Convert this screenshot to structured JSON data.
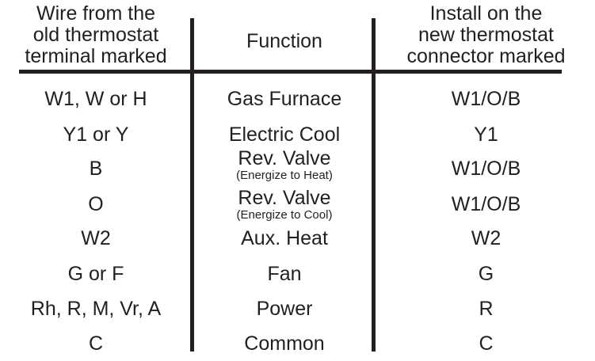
{
  "table": {
    "headers": [
      {
        "lines": [
          "Wire from the",
          "old thermostat",
          "terminal marked"
        ]
      },
      {
        "lines": [
          "Function"
        ]
      },
      {
        "lines": [
          "Install on the",
          "new thermostat",
          "connector marked"
        ]
      }
    ],
    "rows": [
      {
        "old": "W1, W or H",
        "function": "Gas Furnace",
        "function_note": "",
        "new": "W1/O/B"
      },
      {
        "old": "Y1 or Y",
        "function": "Electric Cool",
        "function_note": "",
        "new": "Y1"
      },
      {
        "old": "B",
        "function": "Rev. Valve",
        "function_note": "(Energize to Heat)",
        "new": "W1/O/B"
      },
      {
        "old": "O",
        "function": "Rev. Valve",
        "function_note": "(Energize to Cool)",
        "new": "W1/O/B"
      },
      {
        "old": "W2",
        "function": "Aux. Heat",
        "function_note": "",
        "new": "W2"
      },
      {
        "old": "G or F",
        "function": "Fan",
        "function_note": "",
        "new": "G"
      },
      {
        "old": "Rh, R, M, Vr, A",
        "function": "Power",
        "function_note": "",
        "new": "R"
      },
      {
        "old": "C",
        "function": "Common",
        "function_note": "",
        "new": "C"
      }
    ]
  },
  "colors": {
    "ink": "#231f20",
    "background": "#ffffff"
  }
}
